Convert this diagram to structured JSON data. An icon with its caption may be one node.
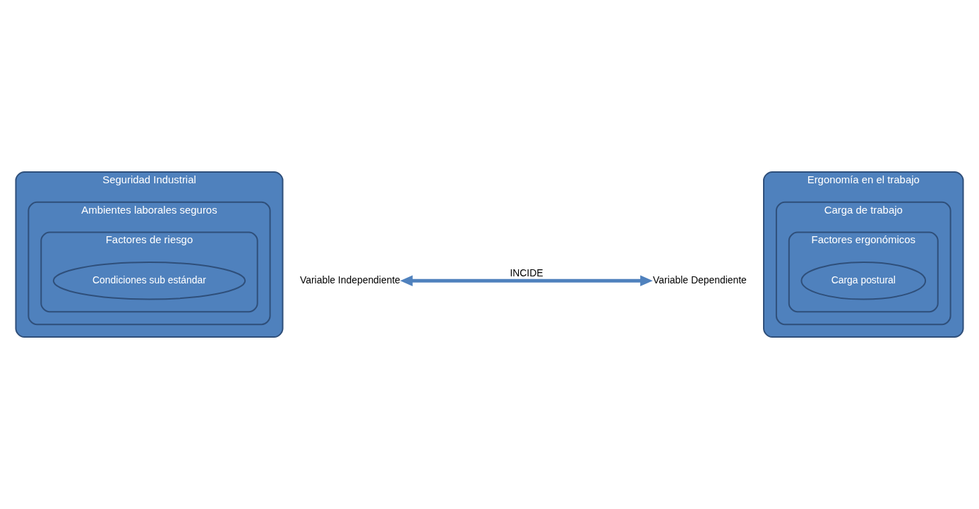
{
  "diagram": {
    "nodes": [
      {
        "text": [
          "Seguridad Industrial"
        ]
      },
      {
        "text": [
          "Ambientes laborales seguros"
        ],
        "in": 0
      },
      {
        "text": [
          "Factores de riesgo"
        ],
        "in": 1
      },
      {
        "text": [
          "Condiciones sub estándar"
        ],
        "in": 2
      },
      {
        "text": [
          "Ergonomía en el trabajo"
        ]
      },
      {
        "text": [
          "Carga de trabajo"
        ],
        "in": 4
      },
      {
        "text": [
          "Factores ergonómicos"
        ],
        "in": 5
      },
      {
        "text": [
          "Carga postural"
        ],
        "in": 6
      },
      {
        "text": [
          "Variable Independiente"
        ]
      },
      {
        "text": [
          "Variable Dependiente"
        ]
      }
    ],
    "edges": [
      {
        "from": 8,
        "to": 9,
        "arrow": "both",
        "label": "INCIDE"
      }
    ]
  }
}
